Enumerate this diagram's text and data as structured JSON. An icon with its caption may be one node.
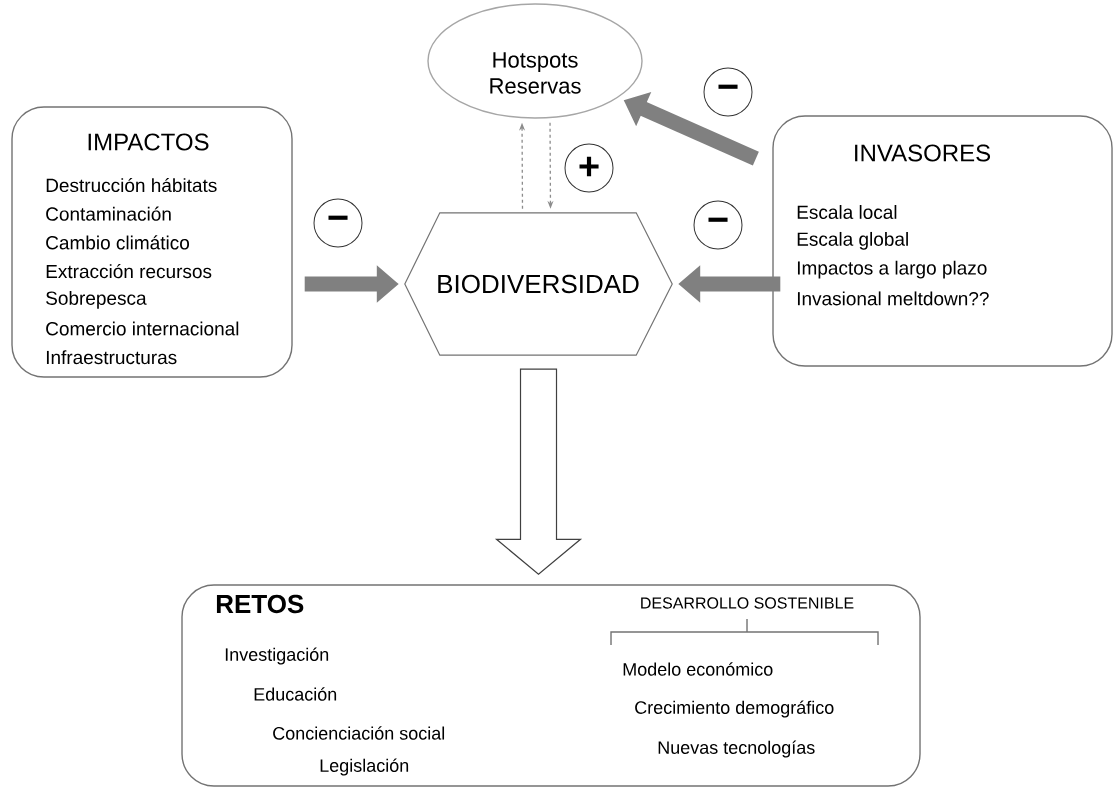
{
  "diagram": {
    "nodes": [
      {
        "text": [
          "Hotspots Reservas"
        ]
      },
      {
        "text": [
          "IMPACTOS",
          "Destrucción hábitats",
          "Contaminación",
          "Cambio climático",
          "Extracción recursos",
          "Sobrepesca",
          "Comercio internacional",
          "Infraestructuras"
        ]
      },
      {
        "text": [
          "BIODIVERSIDAD"
        ]
      },
      {
        "text": [
          "INVASORES",
          "Escala local",
          "Escala global",
          "Impactos a largo plazo",
          "Invasional meltdown??"
        ]
      },
      {
        "text": [
          "RETOS",
          "Investigación",
          "Educación",
          "Concienciación social",
          "Legislación",
          "DESARROLLO SOSTENIBLE",
          "Modelo económico",
          "Crecimiento demográfico",
          "Nuevas tecnologías"
        ]
      }
    ],
    "edges": [
      {
        "from": 1,
        "to": 2,
        "arrow": "to",
        "label": "−"
      },
      {
        "from": 3,
        "to": 2,
        "arrow": "to",
        "label": "−"
      },
      {
        "from": 3,
        "to": 0,
        "arrow": "to",
        "label": "−"
      },
      {
        "from": 2,
        "to": 0,
        "arrow": "to",
        "style": "dashed"
      },
      {
        "from": 0,
        "to": 2,
        "arrow": "to",
        "style": "dashed",
        "label": "+"
      },
      {
        "from": 2,
        "to": 4,
        "arrow": "to",
        "color": "#ffffff"
      }
    ]
  }
}
